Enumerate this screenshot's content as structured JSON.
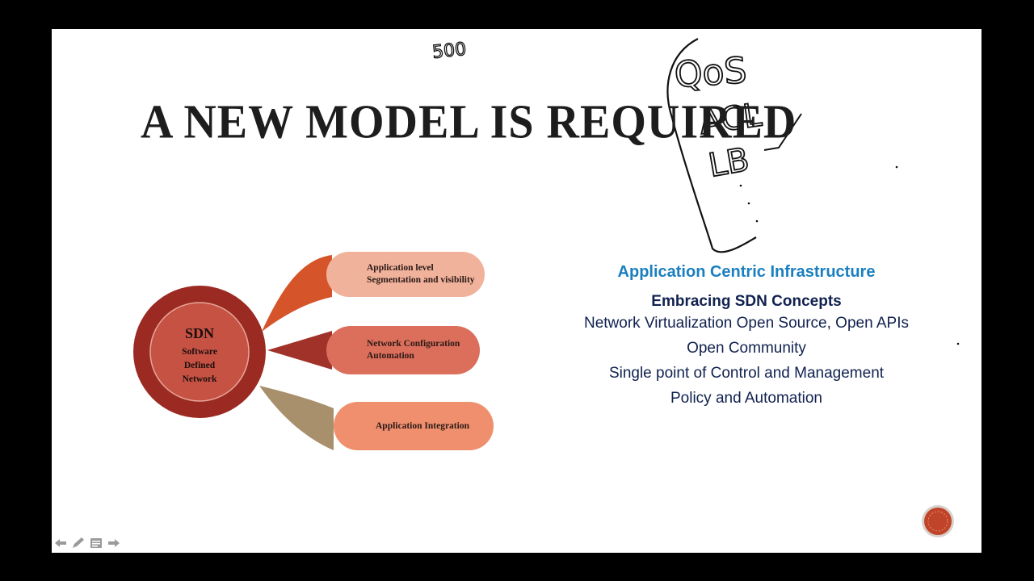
{
  "slide": {
    "title": "A NEW MODEL IS REQUIRED",
    "annotations": {
      "number": "500",
      "list": [
        "QoS",
        "ACL",
        "LB"
      ]
    },
    "diagram": {
      "center": {
        "title": "SDN",
        "subtitle_lines": [
          "Software",
          "Defined",
          "Network"
        ]
      },
      "branches": [
        {
          "label": "Application level Segmentation and visibility",
          "color": "#f1b29c",
          "connector_color": "#d5542a"
        },
        {
          "label": "Network Configuration Automation",
          "color": "#dc6e5c",
          "connector_color": "#a0322a"
        },
        {
          "label": "Application Integration",
          "color": "#ef8f6e",
          "connector_color": "#a8906c"
        }
      ],
      "ring_color": "#9b2a22",
      "inner_color": "#c65244"
    },
    "right_panel": {
      "heading": "Application Centric  Infrastructure",
      "subheading": "Embracing SDN Concepts",
      "lines": [
        "Network Virtualization  Open Source, Open APIs",
        "Open Community",
        "Single point of Control and  Management",
        "Policy and Automation"
      ]
    }
  },
  "nav": {
    "icons": [
      "arrow-left-icon",
      "pen-icon",
      "menu-icon",
      "arrow-right-icon"
    ]
  },
  "colors": {
    "heading_blue": "#1a7fbf",
    "text_navy": "#10214f",
    "accent": "#c65244"
  }
}
